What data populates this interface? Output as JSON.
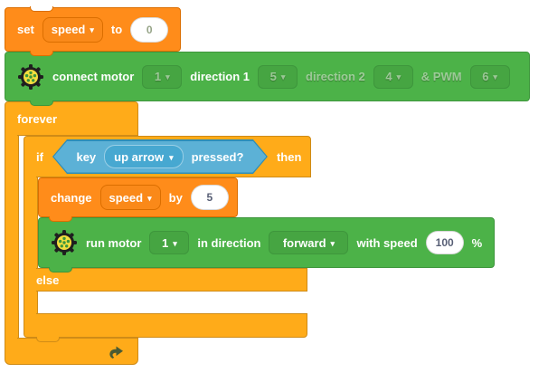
{
  "colors": {
    "control_orange": "#FFAB19",
    "control_border": "#CF8B17",
    "variables_orange": "#FF8C1A",
    "variables_border": "#DB6E00",
    "extension_green": "#4CB248",
    "extension_green_border": "#3E963C",
    "sensing_blue": "#5CB1D6",
    "sensing_blue_border": "#2E8EB8",
    "sensing_field_blue": "#47A8D1",
    "input_text": "#575E75"
  },
  "icons": {
    "dropdown_arrow": "▾",
    "gear": "gear-icon",
    "loop_arrow": "loop-arrow-icon"
  },
  "script": {
    "set_block": {
      "kw_set": "set",
      "variable": "speed",
      "kw_to": "to",
      "value": "0"
    },
    "connect_block": {
      "label_connect_motor": "connect motor",
      "motor_value": "1",
      "label_direction1": "direction 1",
      "direction1_value": "5",
      "label_direction2": "direction 2",
      "direction2_value": "4",
      "label_pwm": "& PWM",
      "pwm_value": "6"
    },
    "forever_block": {
      "label": "forever"
    },
    "if_block": {
      "kw_if": "if",
      "kw_then": "then",
      "kw_else": "else"
    },
    "key_condition": {
      "kw_key": "key",
      "key_value": "up arrow",
      "kw_pressed": "pressed?"
    },
    "change_block": {
      "kw_change": "change",
      "variable": "speed",
      "kw_by": "by",
      "value": "5"
    },
    "run_block": {
      "label_run_motor": "run motor",
      "motor_value": "1",
      "label_in_direction": "in direction",
      "direction_value": "forward",
      "label_with_speed": "with speed",
      "speed_value": "100",
      "label_percent": "%"
    }
  }
}
